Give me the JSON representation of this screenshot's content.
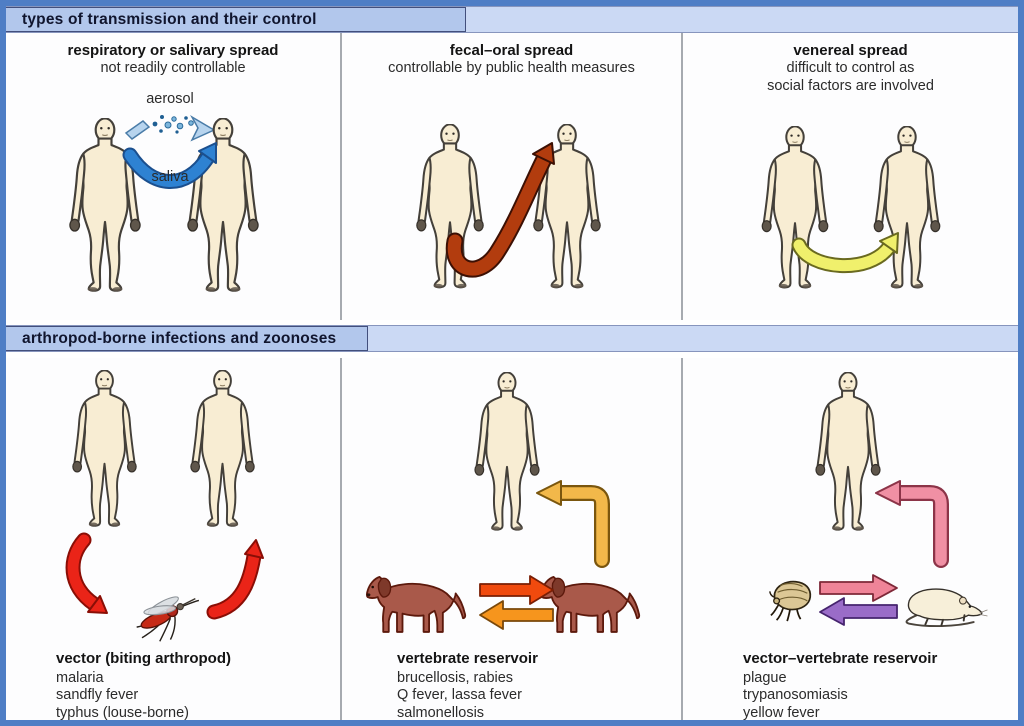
{
  "title_banners": {
    "top": "types of transmission and their control",
    "bottom": "arthropod-borne infections and zoonoses"
  },
  "panels": {
    "respiratory": {
      "title": "respiratory or salivary spread",
      "subtitle": "not readily controllable",
      "labels": {
        "aerosol": "aerosol",
        "saliva": "saliva"
      }
    },
    "fecal_oral": {
      "title": "fecal–oral spread",
      "subtitle": "controllable by public health measures"
    },
    "venereal": {
      "title": "venereal spread",
      "subtitle_line1": "difficult to control as",
      "subtitle_line2": "social factors are involved"
    },
    "vector": {
      "title": "vector (biting arthropod)",
      "diseases": [
        "malaria",
        "sandfly fever",
        "typhus (louse-borne)"
      ]
    },
    "vertebrate_reservoir": {
      "title": "vertebrate reservoir",
      "diseases": [
        "brucellosis, rabies",
        "Q fever, lassa fever",
        "salmonellosis"
      ]
    },
    "vector_vertebrate_reservoir": {
      "title": "vector–vertebrate reservoir",
      "diseases": [
        "plague",
        "trypanosomiasis",
        "yellow fever"
      ]
    }
  },
  "icons": {
    "human": "human-figure",
    "mosquito": "mosquito",
    "dog": "dog",
    "flea": "flea",
    "rat": "rat"
  },
  "colors": {
    "frame_blue": "#4f7ec5",
    "banner_fill": "#b2c7ec",
    "banner_fill_light": "#cbd9f4",
    "saliva_arrow": "#2e82d2",
    "aerosol_arrow": "#b7d4ee",
    "fecal_oral_arrow": "#b23c0e",
    "venereal_arrow": "#f0f06c",
    "vector_arrow_red": "#ea2418",
    "reservoir_to_human_arrow": "#f2b84a",
    "dog_to_dog_arrow": "#f04a0e",
    "dog_to_dog_return_arrow": "#f6951d",
    "flea_to_rat_arrow": "#ef8498",
    "rat_to_flea_arrow": "#9a6cc8",
    "vector_vertebrate_to_human_arrow": "#f090a4",
    "skin": "#f8edd3",
    "dog_brown": "#a9594a"
  }
}
